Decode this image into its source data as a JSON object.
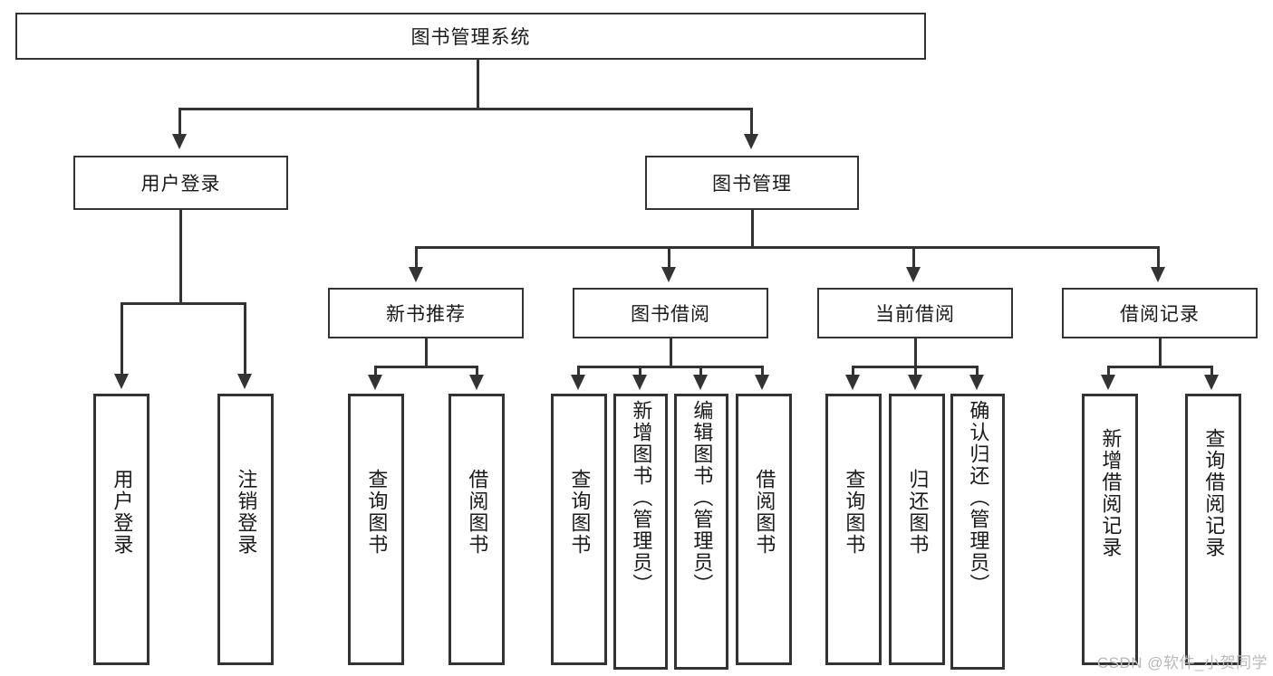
{
  "diagram": {
    "title": "图书管理系统",
    "root": {
      "label": "图书管理系统"
    },
    "level2": [
      {
        "label": "用户登录"
      },
      {
        "label": "图书管理"
      }
    ],
    "level3": [
      {
        "label": "新书推荐"
      },
      {
        "label": "图书借阅"
      },
      {
        "label": "当前借阅"
      },
      {
        "label": "借阅记录"
      }
    ],
    "leaves": {
      "user_login": [
        {
          "label": "用户登录"
        },
        {
          "label": "注销登录"
        }
      ],
      "new_book": [
        {
          "label": "查询图书"
        },
        {
          "label": "借阅图书"
        }
      ],
      "book_borrow": [
        {
          "label": "查询图书"
        },
        {
          "label": "新增图书（管理员）"
        },
        {
          "label": "编辑图书（管理员）"
        },
        {
          "label": "借阅图书"
        }
      ],
      "current_borrow": [
        {
          "label": "查询图书"
        },
        {
          "label": "归还图书"
        },
        {
          "label": "确认归还（管理员）"
        }
      ],
      "borrow_record": [
        {
          "label": "新增借阅记录"
        },
        {
          "label": "查询借阅记录"
        }
      ]
    }
  },
  "watermark": {
    "text": "CSDN @软件_小贺同学"
  },
  "colors": {
    "stroke": "#333333",
    "text": "#1a1a1a",
    "background": "#ffffff",
    "watermark": "#b9b9b9"
  }
}
